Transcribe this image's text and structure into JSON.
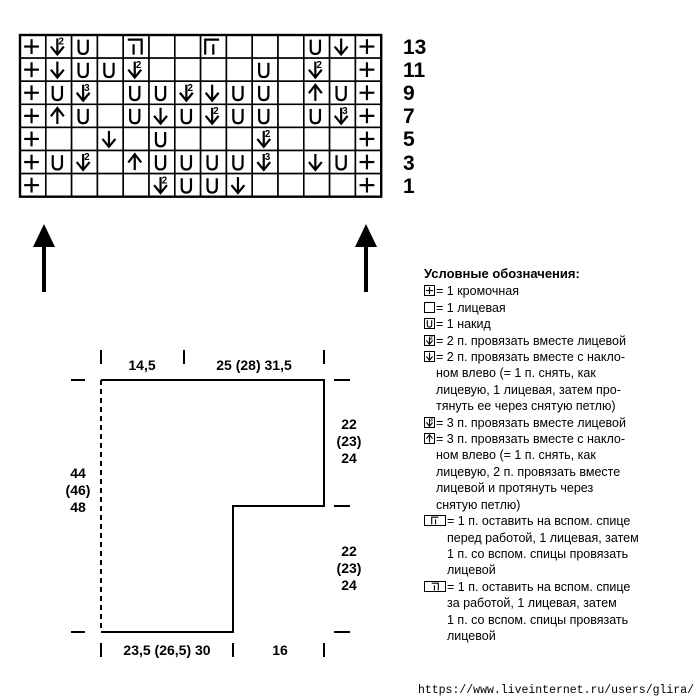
{
  "chart": {
    "row_numbers": [
      "13",
      "11",
      "9",
      "7",
      "5",
      "3",
      "1"
    ],
    "rows": [
      [
        "edge",
        "k2tog",
        "yo",
        "",
        "skl",
        "",
        "",
        "rkl",
        "",
        "",
        "",
        "yo",
        "ssk",
        "edge"
      ],
      [
        "edge",
        "ssk",
        "yo",
        "yo",
        "k2tog",
        "",
        "",
        "",
        "",
        "yo",
        "",
        "k2tog",
        "",
        "edge"
      ],
      [
        "edge",
        "yo",
        "k3tog",
        "",
        "yo",
        "yo",
        "k2tog",
        "ssk",
        "yo",
        "yo",
        "",
        "sk2p",
        "yo",
        "edge"
      ],
      [
        "edge",
        "sk2p",
        "yo",
        "",
        "yo",
        "ssk",
        "yo",
        "k2tog",
        "yo",
        "yo",
        "",
        "yo",
        "k3tog",
        "edge"
      ],
      [
        "edge",
        "",
        "",
        "ssk",
        "",
        "yo",
        "",
        "",
        "",
        "k2tog",
        "",
        "",
        "",
        "edge"
      ],
      [
        "edge",
        "yo",
        "k2tog",
        "",
        "sk2p",
        "yo",
        "yo",
        "yo",
        "yo",
        "k3tog",
        "",
        "ssk",
        "yo",
        "edge"
      ],
      [
        "edge",
        "",
        "",
        "",
        "",
        "k2tog",
        "yo",
        "yo",
        "ssk",
        "",
        "",
        "",
        "",
        "edge"
      ]
    ]
  },
  "legend": {
    "title": "Условные обозначения:",
    "items": [
      {
        "symbol": "edge",
        "text": "= 1 кромочная"
      },
      {
        "symbol": "knit",
        "text": "= 1 лицевая"
      },
      {
        "symbol": "yo",
        "text": "= 1 накид"
      },
      {
        "symbol": "k2tog",
        "text": "= 2 п. провязать вместе лицевой"
      },
      {
        "symbol": "ssk",
        "text": "= 2 п. провязать вместе с накло-\nном влево (= 1 п. снять, как\nлицевую, 1 лицевая, затем про-\nтянуть ее через снятую петлю)"
      },
      {
        "symbol": "k3tog",
        "text": "= 3 п. провязать вместе лицевой"
      },
      {
        "symbol": "sk2p",
        "text": "= 3 п. провязать вместе с накло-\nном влево (= 1 п. снять, как\nлицевую, 2 п. провязать вместе\nлицевой и протянуть через\nснятую петлю)"
      },
      {
        "symbol": "rkl",
        "text": "= 1 п. оставить на вспом. спице\nперед работой, 1 лицевая, затем\n1 п. со вспом. спицы провязать\nлицевой"
      },
      {
        "symbol": "skl",
        "text": "= 1 п. оставить на вспом. спице\nза работой, 1 лицевая, затем\n1 п. со вспом. спицы провязать\nлицевой"
      }
    ]
  },
  "schematic": {
    "top_left": "14,5",
    "top_right": "25 (28) 31,5",
    "left_height": "44\n(46)\n48",
    "right_upper": "22\n(23)\n24",
    "right_lower": "22\n(23)\n24",
    "bottom_left": "23,5 (26,5) 30",
    "bottom_right": "16"
  },
  "watermark": "https://www.liveinternet.ru/users/glira/"
}
